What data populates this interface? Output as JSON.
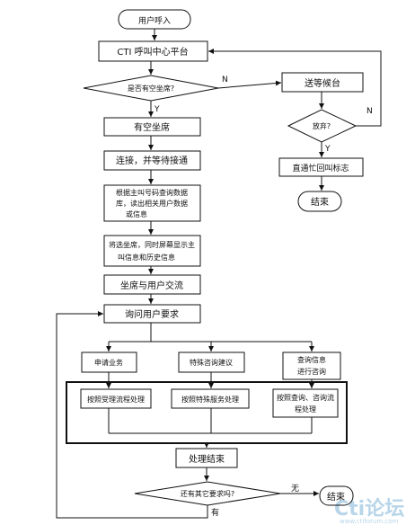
{
  "nodes": {
    "start": "用户呼入",
    "platform": "CTI 呼叫中心平台",
    "has_agent_q": "是否有空坐席?",
    "has_agent": "有空坐席",
    "connect": "连接，并等待接通",
    "query_db": [
      "根据主叫号码查询数据",
      "库，读出相关用户数据",
      "或信息"
    ],
    "show_info": [
      "将选坐席，同时屏幕显示主",
      "叫信息和历史信息"
    ],
    "agent_talk": "坐席与用户交流",
    "ask_req": "询问用户要求",
    "biz_apply": "申请业务",
    "biz_special": "特殊咨询建议",
    "biz_query": [
      "查询信息",
      "进行咨询"
    ],
    "proc_apply": "按照受理流程处理",
    "proc_special": "按照特殊服务处理",
    "proc_query": [
      "按照查询、咨询流",
      "程处理"
    ],
    "proc_end": "处理结束",
    "other_q": "还有其它要求吗?",
    "end_right": "结束",
    "queue": "送等候台",
    "giveup_q": "放弃?",
    "busy_tone": "直通忙回叫标志",
    "end_top": "结束"
  },
  "labels": {
    "n_has_agent": "N",
    "y_has_agent": "Y",
    "n_giveup": "N",
    "y_giveup": "Y",
    "no_other": "无",
    "yes_other": "有"
  },
  "watermark": {
    "logo": "Cti论坛",
    "url": "www.ctiforum.com"
  }
}
